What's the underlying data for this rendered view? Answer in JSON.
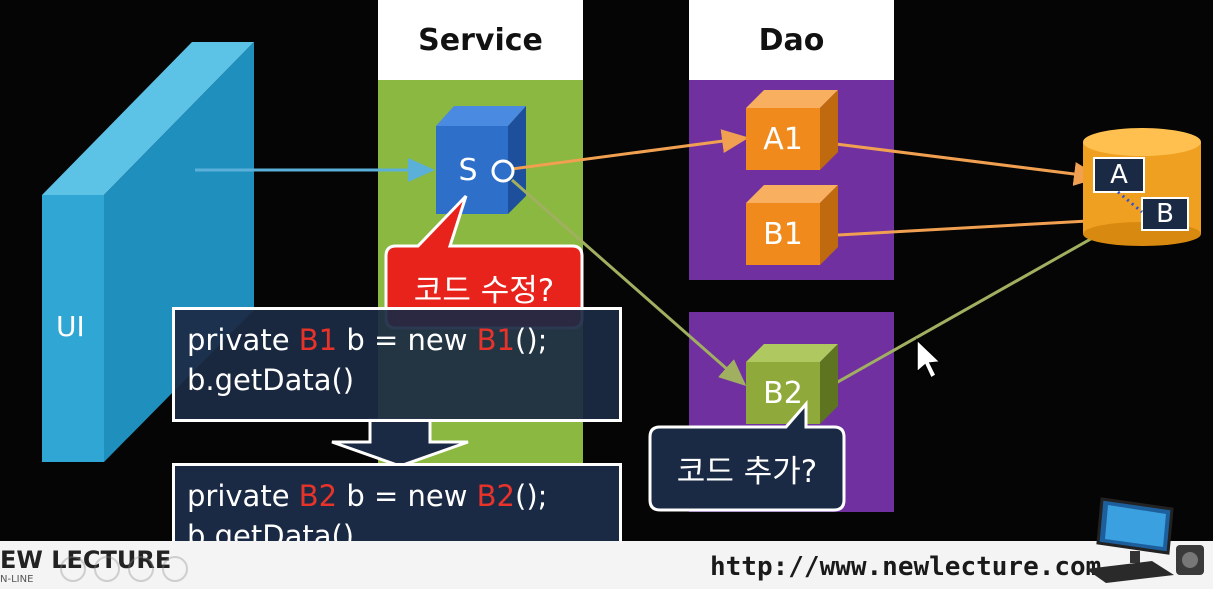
{
  "columns": {
    "service": "Service",
    "dao": "Dao"
  },
  "ui": {
    "label": "UI"
  },
  "service": {
    "cube_label": "S"
  },
  "dao": {
    "a1": "A1",
    "b1": "B1",
    "b2": "B2"
  },
  "database": {
    "table_a": "A",
    "table_b": "B"
  },
  "bubbles": {
    "modify_code": "코드 수정?",
    "add_code": "코드 추가?"
  },
  "code_before": {
    "prefix": "private ",
    "type1": "B1",
    "middle": " b = new ",
    "type2": "B1",
    "suffix": "();",
    "line2": "b.getData()"
  },
  "code_after": {
    "prefix": "private ",
    "type1": "B2",
    "middle": " b = new ",
    "type2": "B2",
    "suffix": "();",
    "line2": "b.getData()"
  },
  "footer": {
    "logo": "EW LECTURE",
    "logo_sub": "N-LINE",
    "url": "http://www.newlecture.com"
  },
  "colors": {
    "service_green": "#8ab840",
    "dao_purple": "#7030a0",
    "ui_blue": "#2fa6d3",
    "cube_orange": "#f08a1c",
    "cube_green": "#8faa3a",
    "cube_blue": "#2d6fc9",
    "arrow_orange": "#f0a050",
    "arrow_green": "#a0b060",
    "bubble_red": "#e8231b",
    "bubble_navy": "#1b2a44"
  }
}
